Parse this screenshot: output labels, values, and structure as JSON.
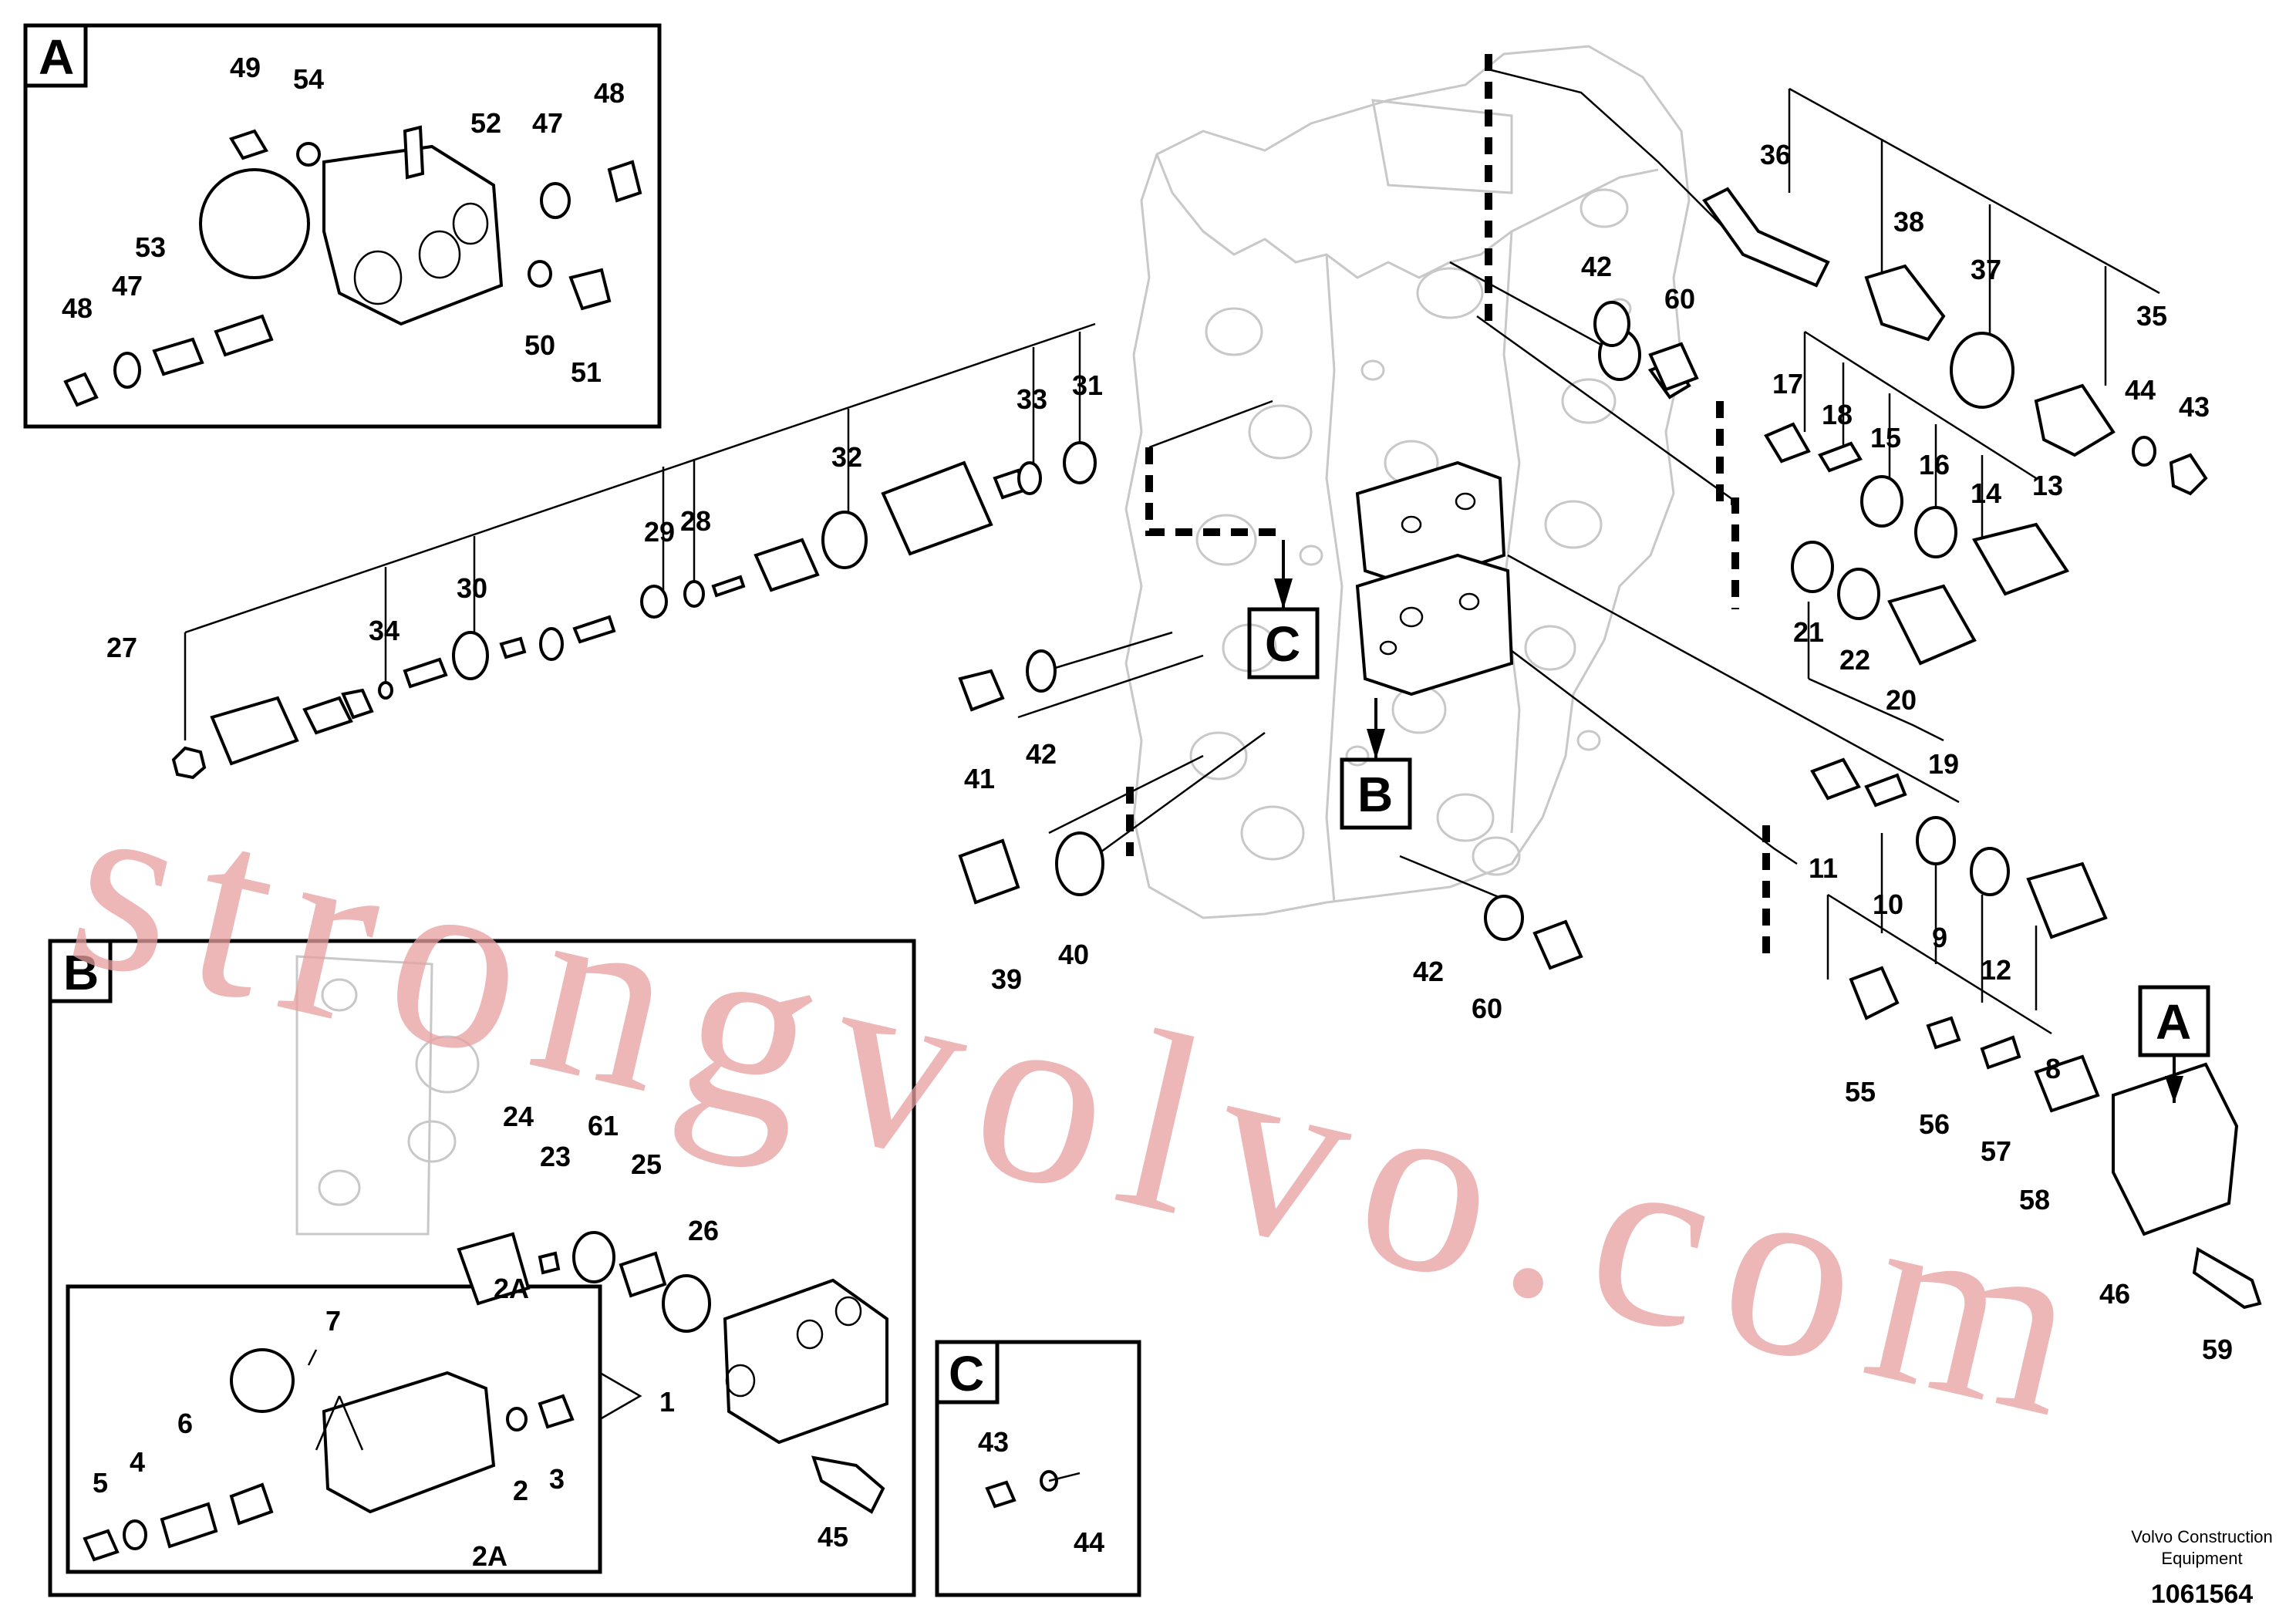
{
  "figure": {
    "detail_boxes": {
      "a": "A",
      "b": "B",
      "c": "C"
    },
    "callouts": {
      "n1": "1",
      "n2": "2",
      "n3": "3",
      "n4": "4",
      "n5": "5",
      "n6": "6",
      "n7": "7",
      "n2a_top": "2A",
      "n2a_bottom": "2A",
      "n8": "8",
      "n9": "9",
      "n10": "10",
      "n11": "11",
      "n12": "12",
      "n13": "13",
      "n14": "14",
      "n15": "15",
      "n16": "16",
      "n17": "17",
      "n18": "18",
      "n19": "19",
      "n20": "20",
      "n21": "21",
      "n22": "22",
      "n23": "23",
      "n24": "24",
      "n25": "25",
      "n26": "26",
      "n27": "27",
      "n28": "28",
      "n29": "29",
      "n30": "30",
      "n31": "31",
      "n32": "32",
      "n33": "33",
      "n34": "34",
      "n35": "35",
      "n36": "36",
      "n37": "37",
      "n38": "38",
      "n39": "39",
      "n40": "40",
      "n41": "41",
      "n42_left": "42",
      "n42_top": "42",
      "n42_bottom": "42",
      "n43_top": "43",
      "n43_c": "43",
      "n44_top": "44",
      "n44_c": "44",
      "n45": "45",
      "n46": "46",
      "n47_top": "47",
      "n47_bottom": "47",
      "n48_top": "48",
      "n48_bottom": "48",
      "n49": "49",
      "n50": "50",
      "n51": "51",
      "n52": "52",
      "n53": "53",
      "n54": "54",
      "n55": "55",
      "n56": "56",
      "n57": "57",
      "n58": "58",
      "n59": "59",
      "n60_top": "60",
      "n60_bottom": "60",
      "n61": "61"
    },
    "watermark": "strongvolvo.com",
    "footer": {
      "brand_line1": "Volvo Construction",
      "brand_line2": "Equipment",
      "doc_number": "1061564"
    }
  }
}
